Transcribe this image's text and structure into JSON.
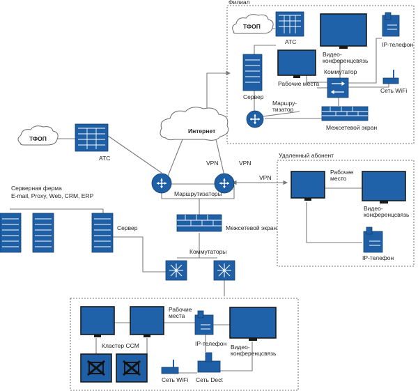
{
  "labels": {
    "branch": "Филиал",
    "pstn_branch": "ТФОП",
    "pbx_branch": "АТС",
    "vc_branch": "Видео-\nконференцсвязь",
    "ip_phone_branch": "IP-телефон",
    "workstations_branch": "Рабочие места",
    "switch_branch": "Коммутатор",
    "server_branch": "Сервер",
    "wifi_branch": "Сеть WiFi",
    "router_branch": "Маршру-\nтизатор",
    "firewall_branch": "Межсетевой экран",
    "internet": "Интернет",
    "pstn_main": "ТФОП",
    "pbx_main": "АТС",
    "vpn_left": "VPN",
    "vpn_right": "VPN",
    "vpn_remote": "VPN",
    "routers_main": "Маршрутизаторы",
    "remote_user": "Удаленный абонент",
    "workstation_remote": "Рабочее\nместо",
    "vc_remote": "Видео-\nконференцсвязь",
    "ip_phone_remote": "IP-телефон",
    "server_farm": "Серверная ферма",
    "server_farm_services": "E-mail, Proxy, Web, CRM, ERP",
    "server_main": "Сервер",
    "firewall_main": "Межсетевой экран",
    "switches_main": "Коммутаторы",
    "workstations_main": "Рабочие\nместа",
    "ip_phone_main": "IP-телефон",
    "vc_main": "Видео-\nконференцсвязь",
    "ccm_cluster": "Кластер CCM",
    "wifi_main": "Сеть WiFi",
    "dect_main": "Сеть Dect"
  },
  "colors": {
    "device": "#1f5fa5",
    "wire": "#7a7a7a",
    "frame": "#444444"
  }
}
